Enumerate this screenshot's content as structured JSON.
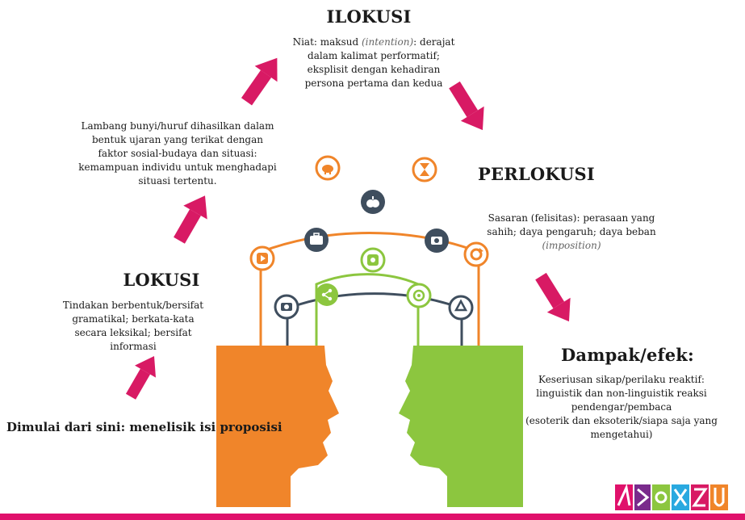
{
  "ilokusi": {
    "title": "ILOKUSI",
    "desc_before": "Niat: maksud ",
    "desc_italic": "(intention)",
    "desc_after": ": derajat dalam kalimat performatif; eksplisit dengan kehadiran persona pertama dan kedua"
  },
  "lambang": {
    "desc": "Lambang bunyi/huruf dihasilkan dalam bentuk ujaran yang terikat dengan faktor sosial-budaya dan situasi: kemampuan individu untuk menghadapi situasi tertentu."
  },
  "perlokusi": {
    "title": "PERLOKUSI",
    "desc_before": "Sasaran (felisitas): perasaan yang sahih; daya pengaruh; daya beban ",
    "desc_italic": "(imposition)"
  },
  "lokusi": {
    "title": "LOKUSI",
    "desc": "Tindakan berbentuk/bersifat gramatikal; berkata-kata secara leksikal; bersifat informasi"
  },
  "dampak": {
    "title": "Dampak/efek:",
    "desc": "Keseriusan sikap/perilaku reaktif: linguistik dan non-linguistik reaksi pendengar/pembaca",
    "desc2": "(esoterik dan eksoterik/siapa saja yang mengetahui)"
  },
  "start": {
    "text": "Dimulai dari sini: menelisik isi proposisi"
  },
  "colors": {
    "arrow": "#d81a64",
    "orange": "#f0852a",
    "slate": "#3f4e5e",
    "green": "#8cc63f",
    "bar": "#e0116b"
  },
  "icons": {
    "orange_arc": [
      "play-icon",
      "piggy-bank-icon",
      "hourglass-icon",
      "refresh-icon"
    ],
    "slate_arc": [
      "camera-icon",
      "briefcase-icon",
      "apple-icon",
      "camera-icon",
      "recycle-icon"
    ],
    "green_arc": [
      "share-icon",
      "target-icon",
      "spiral-icon"
    ]
  }
}
